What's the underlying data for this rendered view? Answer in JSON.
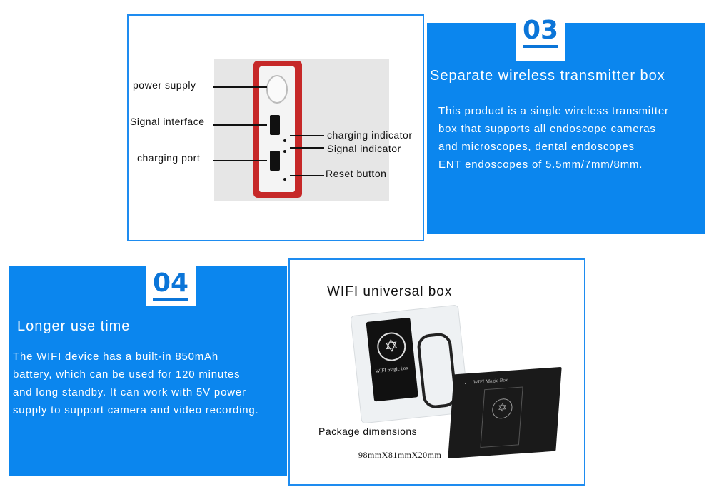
{
  "section3": {
    "number": "03",
    "title": "Separate wireless transmitter box",
    "body": [
      "This product is a single wireless transmitter",
      "box that supports all endoscope cameras",
      "and microscopes, dental endoscopes",
      "ENT endoscopes of 5.5mm/7mm/8mm."
    ],
    "labels": {
      "power_supply": "power supply",
      "signal_interface": "Signal interface",
      "charging_port": "charging port",
      "charging_indicator": "charging indicator",
      "signal_indicator": "Signal indicator",
      "reset_button": "Reset button"
    }
  },
  "section4": {
    "number": "04",
    "title": "Longer use time",
    "body": [
      "The WIFI device has a built-in 850mAh",
      "battery, which can be used for 120 minutes",
      "and long standby. It can work with 5V power",
      "supply to support camera and video recording."
    ],
    "box_title": "WIFI universal box",
    "package_label": "Package dimensions",
    "package_size": "98mmX81mmX20mm",
    "product_print": "WIFI magic box",
    "box_print": "WIFI Magic Box"
  },
  "colors": {
    "accent": "#0b86ee",
    "frame": "#1e8cf0",
    "device_red": "#c62828"
  }
}
